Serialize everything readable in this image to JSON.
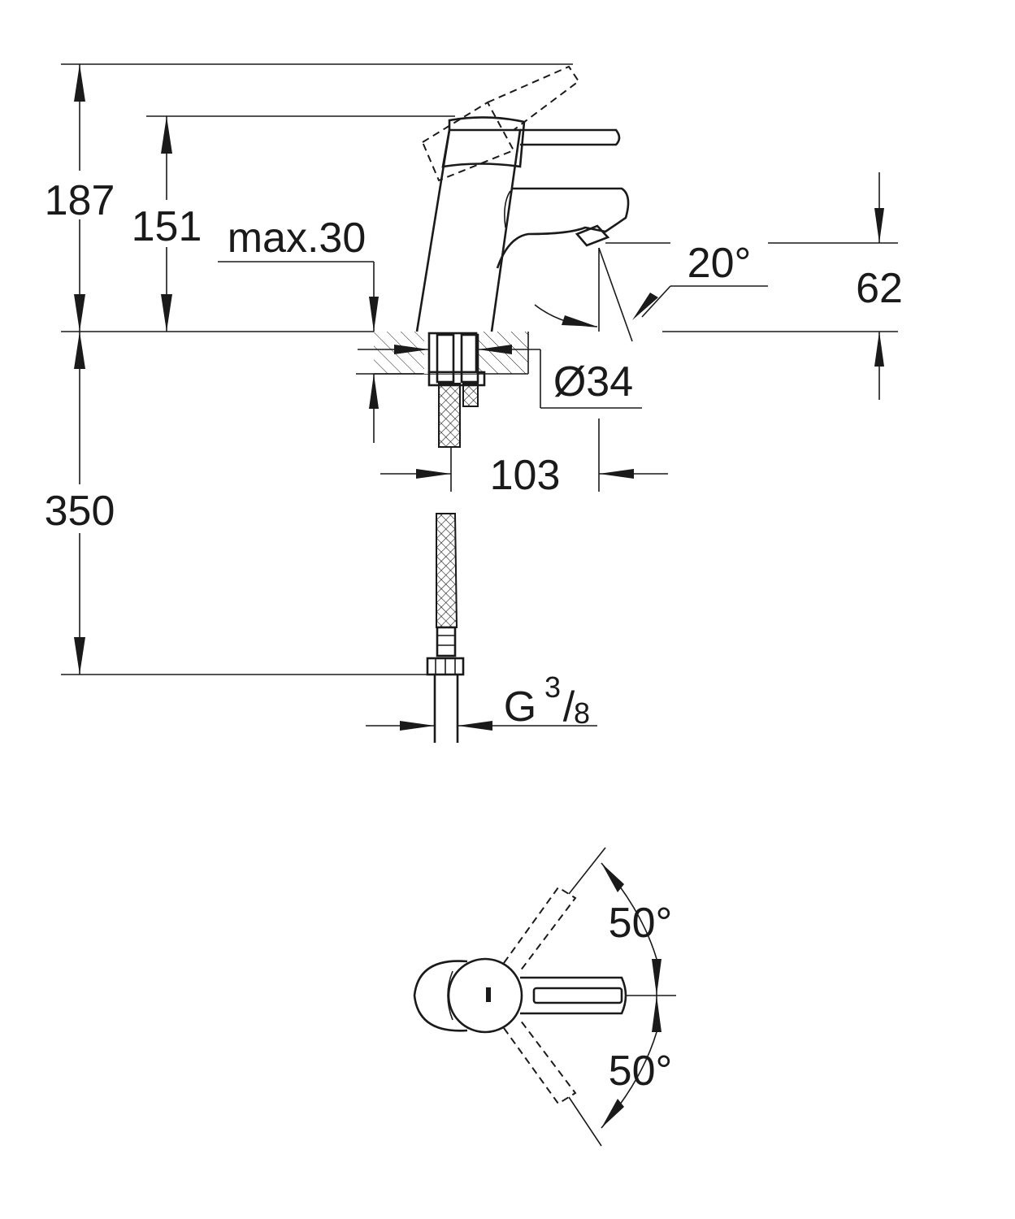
{
  "dimensions": {
    "total_height": "187",
    "body_height": "151",
    "deck_thickness": "max.30",
    "spout_angle": "20°",
    "spout_height": "62",
    "hole_diameter": "Ø34",
    "projection": "103",
    "hose_length": "350",
    "thread": "G",
    "thread_numerator": "3",
    "thread_denominator": "8",
    "swing_left": "50°",
    "swing_right": "50°"
  }
}
